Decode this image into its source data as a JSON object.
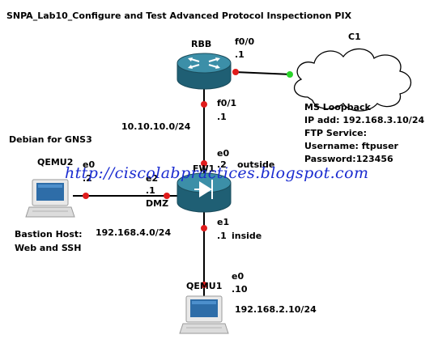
{
  "title": "SNPA_Lab10_Configure and Test Advanced Protocol Inspectionon PIX",
  "watermark": "http://ciscolabpractices.blogspot.com",
  "colors": {
    "router": "#2f7d96",
    "link": "#000000",
    "link_down": "#e01c1c",
    "link_up": "#2ad42a",
    "watermark": "#1a2bd0"
  },
  "devices": {
    "rbb": {
      "label": "RBB",
      "icon": "router-icon"
    },
    "fw1": {
      "label": "FW1",
      "icon": "firewall-icon"
    },
    "c1": {
      "label": "C1",
      "icon": "cloud-icon"
    },
    "qemu2": {
      "label": "QEMU2",
      "icon": "host-computer-icon"
    },
    "qemu1": {
      "label": "QEMU1",
      "icon": "host-computer-icon"
    }
  },
  "interfaces": {
    "rbb_f00": {
      "name": "f0/0",
      "ip": ".1"
    },
    "rbb_f01": {
      "name": "f0/1",
      "ip": ".1"
    },
    "fw1_e0": {
      "name": "e0",
      "ip": ".2",
      "zone": "outside"
    },
    "fw1_e2": {
      "name": "e2",
      "ip": ".1",
      "zone": "DMZ"
    },
    "fw1_e1": {
      "name": "e1",
      "ip": ".1",
      "zone": "inside"
    },
    "qemu2_e0": {
      "name": "e0",
      "ip": ".2"
    },
    "qemu1_e0": {
      "name": "e0",
      "ip": ".10"
    }
  },
  "networks": {
    "outside": "10.10.10.0/24",
    "dmz": "192.168.4.0/24",
    "inside_host": "192.168.2.10/24"
  },
  "notes": {
    "debian": "Debian for GNS3",
    "bastion_line1": "Bastion Host:",
    "bastion_line2": "Web and SSH",
    "c1_lines": [
      "MS Loopback",
      "IP add: 192.168.3.10/24",
      "FTP Service:",
      "Username: ftpuser",
      "Password:123456"
    ]
  }
}
